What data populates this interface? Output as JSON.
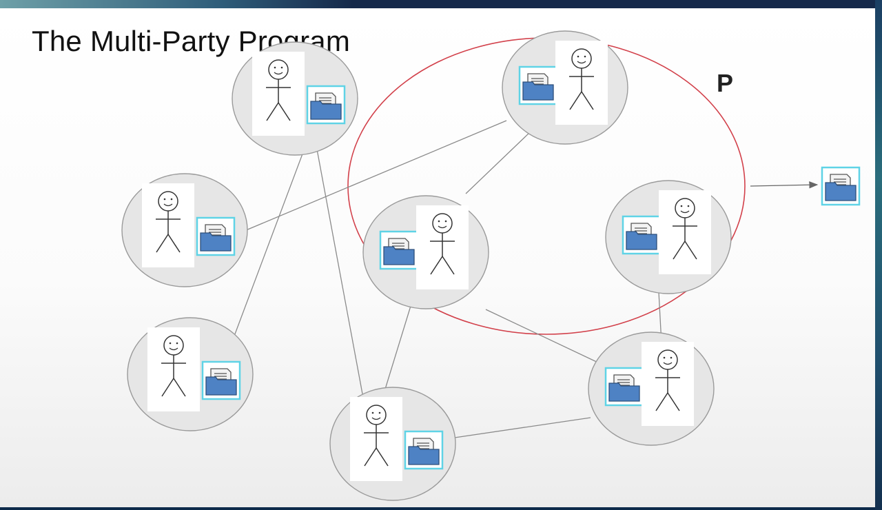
{
  "slide": {
    "title": "The Multi-Party Program",
    "program_label": "P"
  },
  "parties": [
    {
      "id": "party-top-left"
    },
    {
      "id": "party-left-upper"
    },
    {
      "id": "party-left-lower"
    },
    {
      "id": "party-bottom-center"
    },
    {
      "id": "party-center"
    },
    {
      "id": "party-top-center"
    },
    {
      "id": "party-right"
    },
    {
      "id": "party-bottom-right"
    }
  ],
  "output": {
    "icon": "folder-documents-icon"
  },
  "colors": {
    "program_boundary": "#d2404a",
    "party_fill": "#e6e6e6",
    "party_stroke": "#9a9a9a",
    "folder": "#4e82c4",
    "folder_frame": "#5fd3e6",
    "link": "#8a8a8a"
  },
  "icons": {
    "party": "stick-figure-icon",
    "data": "folder-documents-icon"
  }
}
